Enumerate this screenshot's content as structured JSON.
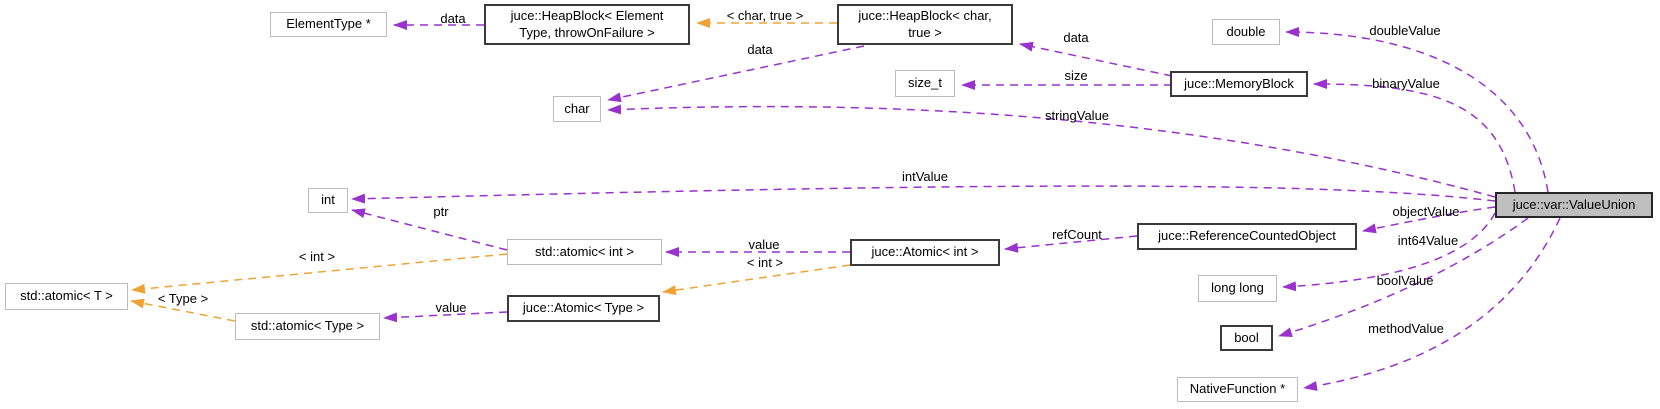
{
  "diagram": {
    "type": "collaboration-graph",
    "main_class": "juce::var::ValueUnion",
    "colors": {
      "usage_edge": "#9a32cd",
      "template_edge": "#efa337",
      "plain_node_border": "#bcbcbc",
      "class_node_border": "#3a3a3a",
      "main_node_fill": "#bfbfbf",
      "background": "#ffffff"
    },
    "nodes": [
      {
        "label": "ElementType *",
        "kind": "plain"
      },
      {
        "label": "juce::HeapBlock< Element\nType, throwOnFailure >",
        "kind": "class"
      },
      {
        "label": "juce::HeapBlock< char,\ntrue >",
        "kind": "class"
      },
      {
        "label": "char",
        "kind": "plain"
      },
      {
        "label": "double",
        "kind": "plain"
      },
      {
        "label": "size_t",
        "kind": "plain"
      },
      {
        "label": "juce::MemoryBlock",
        "kind": "class"
      },
      {
        "label": "juce::var::ValueUnion",
        "kind": "main"
      },
      {
        "label": "int",
        "kind": "plain"
      },
      {
        "label": "std::atomic< int >",
        "kind": "plain"
      },
      {
        "label": "juce::Atomic< int >",
        "kind": "class"
      },
      {
        "label": "juce::ReferenceCountedObject",
        "kind": "class"
      },
      {
        "label": "long long",
        "kind": "plain"
      },
      {
        "label": "std::atomic< T >",
        "kind": "plain"
      },
      {
        "label": "std::atomic< Type >",
        "kind": "plain"
      },
      {
        "label": "juce::Atomic< Type >",
        "kind": "class"
      },
      {
        "label": "bool",
        "kind": "class"
      },
      {
        "label": "NativeFunction *",
        "kind": "plain"
      }
    ],
    "edges": [
      {
        "label": "data",
        "from": "juce::HeapBlock< ElementType, throwOnFailure >",
        "to": "ElementType *",
        "kind": "usage"
      },
      {
        "label": "< char, true >",
        "from": "juce::HeapBlock< char, true >",
        "to": "juce::HeapBlock< ElementType, throwOnFailure >",
        "kind": "template"
      },
      {
        "label": "data",
        "from": "juce::HeapBlock< char, true >",
        "to": "char",
        "kind": "usage"
      },
      {
        "label": "stringValue",
        "from": "juce::var::ValueUnion",
        "to": "char",
        "kind": "usage"
      },
      {
        "label": "data",
        "from": "juce::MemoryBlock",
        "to": "juce::HeapBlock< char, true >",
        "kind": "usage"
      },
      {
        "label": "size",
        "from": "juce::MemoryBlock",
        "to": "size_t",
        "kind": "usage"
      },
      {
        "label": "doubleValue",
        "from": "juce::var::ValueUnion",
        "to": "double",
        "kind": "usage"
      },
      {
        "label": "binaryValue",
        "from": "juce::var::ValueUnion",
        "to": "juce::MemoryBlock",
        "kind": "usage"
      },
      {
        "label": "intValue",
        "from": "juce::var::ValueUnion",
        "to": "int",
        "kind": "usage"
      },
      {
        "label": "ptr",
        "from": "std::atomic< int >",
        "to": "int",
        "kind": "usage"
      },
      {
        "label": "value",
        "from": "juce::Atomic< int >",
        "to": "std::atomic< int >",
        "kind": "usage"
      },
      {
        "label": "< int >",
        "from": "juce::Atomic< int >",
        "to": "juce::Atomic< Type >",
        "kind": "template"
      },
      {
        "label": "< int >",
        "from": "std::atomic< int >",
        "to": "std::atomic< T >",
        "kind": "template"
      },
      {
        "label": "< Type >",
        "from": "std::atomic< Type >",
        "to": "std::atomic< T >",
        "kind": "template"
      },
      {
        "label": "value",
        "from": "juce::Atomic< Type >",
        "to": "std::atomic< Type >",
        "kind": "usage"
      },
      {
        "label": "refCount",
        "from": "juce::ReferenceCountedObject",
        "to": "juce::Atomic< int >",
        "kind": "usage"
      },
      {
        "label": "objectValue",
        "from": "juce::var::ValueUnion",
        "to": "juce::ReferenceCountedObject",
        "kind": "usage"
      },
      {
        "label": "int64Value",
        "from": "juce::var::ValueUnion",
        "to": "long long",
        "kind": "usage"
      },
      {
        "label": "boolValue",
        "from": "juce::var::ValueUnion",
        "to": "bool",
        "kind": "usage"
      },
      {
        "label": "methodValue",
        "from": "juce::var::ValueUnion",
        "to": "NativeFunction *",
        "kind": "usage"
      }
    ]
  }
}
